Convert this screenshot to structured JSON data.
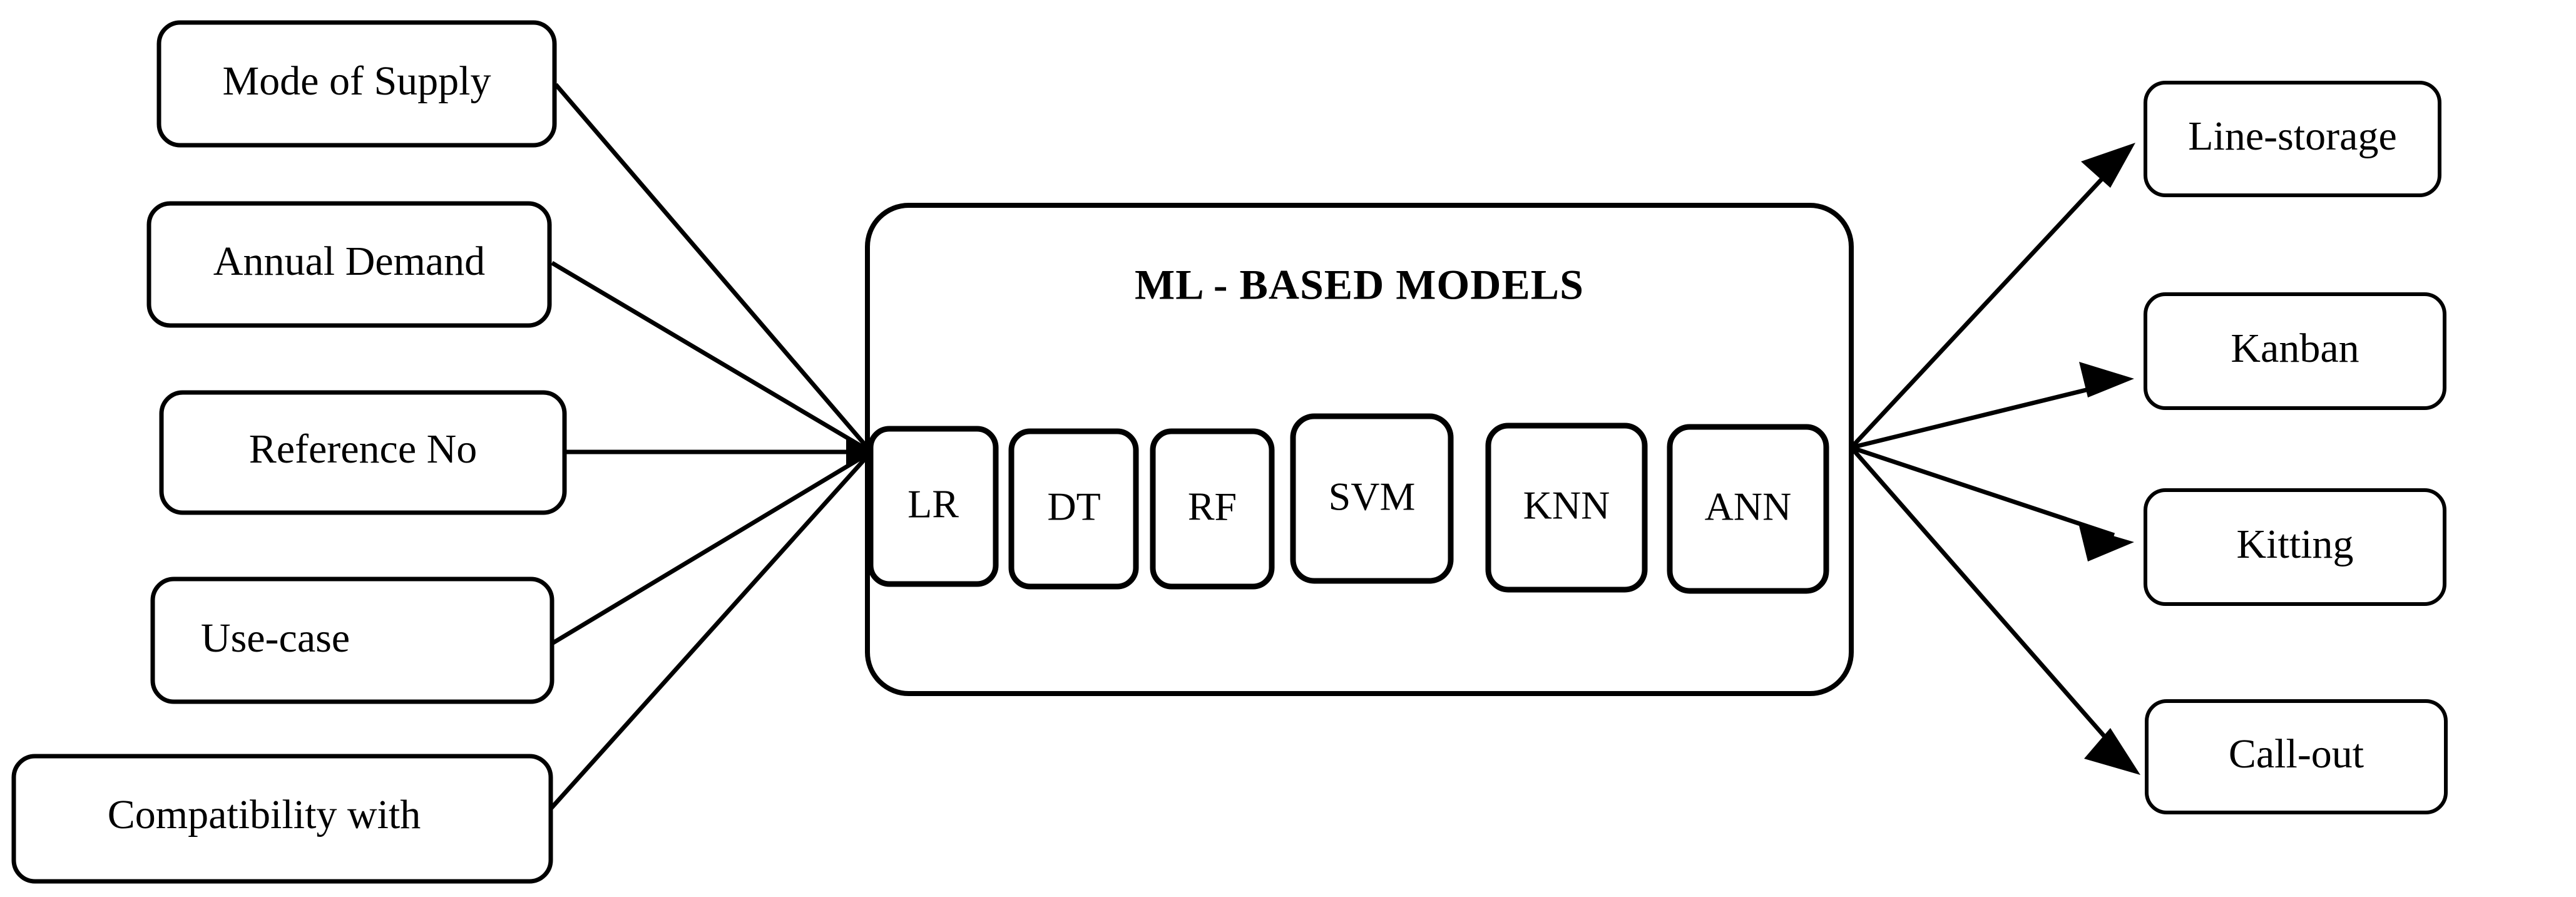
{
  "diagram": {
    "title": "ML-based model framework for material supply mode selection",
    "background_color": "#ffffff",
    "line_color": "#000000",
    "inputs": [
      {
        "id": "mode-of-supply",
        "label": "Mode of Supply"
      },
      {
        "id": "annual-demand",
        "label": "Annual  Demand"
      },
      {
        "id": "reference-no",
        "label": "Reference  No"
      },
      {
        "id": "use-case",
        "label": "Use-case"
      },
      {
        "id": "compatibility-with",
        "label": "Compatibility  with"
      }
    ],
    "container": {
      "id": "ml-based-models",
      "title": "ML - BASED MODELS",
      "models": [
        {
          "id": "lr",
          "label": "LR"
        },
        {
          "id": "dt",
          "label": "DT"
        },
        {
          "id": "rf",
          "label": "RF"
        },
        {
          "id": "svm",
          "label": "SVM"
        },
        {
          "id": "knn",
          "label": "KNN"
        },
        {
          "id": "ann",
          "label": "ANN"
        }
      ]
    },
    "outputs": [
      {
        "id": "line-storage",
        "label": "Line-storage"
      },
      {
        "id": "kanban",
        "label": "Kanban"
      },
      {
        "id": "kitting",
        "label": "Kitting"
      },
      {
        "id": "call-out",
        "label": "Call-out"
      }
    ],
    "edges": {
      "input_count": 5,
      "output_count": 4,
      "input_arrowhead": "converging-point",
      "output_arrowhead": "filled-triangle"
    }
  }
}
